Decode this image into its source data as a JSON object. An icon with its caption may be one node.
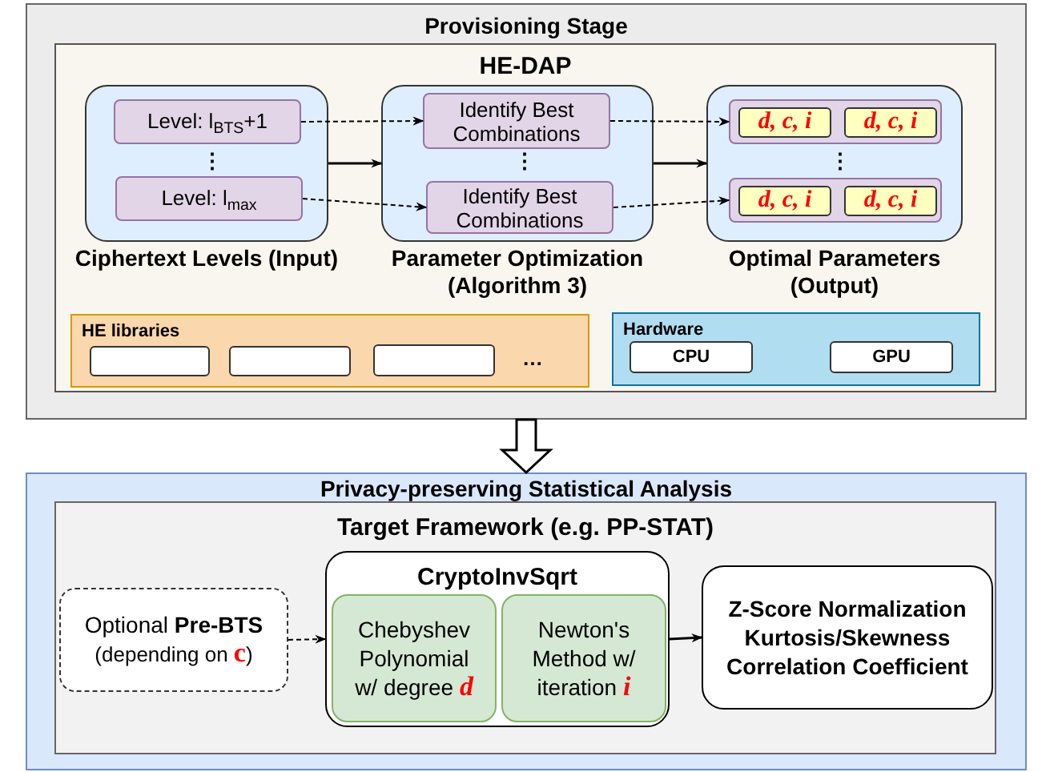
{
  "diagram": {
    "nodes": [
      {
        "text": [
          "Provisioning Stage"
        ]
      },
      {
        "text": [
          "HE-DAP"
        ],
        "in": 0
      },
      {
        "text": [
          "Ciphertext Levels (Input)"
        ],
        "in": 1
      },
      {
        "text": [
          "Level: l$_{BTS}$+1"
        ],
        "in": 2
      },
      {
        "text": [
          "Level: l$_{max}$"
        ],
        "in": 2
      },
      {
        "text": [
          "Parameter Optimization (Algorithm 3)"
        ],
        "in": 1
      },
      {
        "text": [
          "Identify Best Combinations"
        ],
        "in": 5
      },
      {
        "text": [
          "Identify Best Combinations"
        ],
        "in": 5
      },
      {
        "text": [
          "Optimal Parameters (Output)"
        ],
        "in": 1
      },
      {
        "text": [],
        "shape": "box",
        "in": 8
      },
      {
        "text": [
          "d, c, i"
        ],
        "in": 9
      },
      {
        "text": [
          "d, c, i"
        ],
        "in": 9
      },
      {
        "text": [],
        "shape": "box",
        "in": 8
      },
      {
        "text": [
          "d, c, i"
        ],
        "in": 12
      },
      {
        "text": [
          "d, c, i"
        ],
        "in": 12
      },
      {
        "text": [
          "HE libraries"
        ],
        "in": 1
      },
      {
        "text": [],
        "shape": "box",
        "in": 15
      },
      {
        "text": [],
        "shape": "box",
        "in": 15
      },
      {
        "text": [],
        "shape": "box",
        "in": 15
      },
      {
        "text": [
          "Hardware"
        ],
        "in": 1
      },
      {
        "text": [
          "CPU"
        ],
        "in": 19
      },
      {
        "text": [
          "GPU"
        ],
        "in": 19
      },
      {
        "text": [
          "Privacy-preserving Statistical Analysis"
        ]
      },
      {
        "text": [
          "Target Framework (e.g. PP-STAT)"
        ],
        "in": 22
      },
      {
        "text": [
          "Optional **Pre-BTS**",
          "(depending on **c**)"
        ],
        "in": 23
      },
      {
        "text": [
          "CryptoInvSqrt"
        ],
        "in": 23
      },
      {
        "text": [
          "Chebyshev Polynomial w/ degree *d*"
        ],
        "in": 25
      },
      {
        "text": [
          "Newton's Method w/ iteration *i*"
        ],
        "in": 25
      },
      {
        "text": [
          "Z-Score Normalization",
          "Kurtosis/Skewness",
          "Correlation Coefficient"
        ],
        "in": 23
      }
    ],
    "edges": [
      {
        "from": 3,
        "to": 6,
        "arrow": "to",
        "style": "dashed"
      },
      {
        "from": 4,
        "to": 7,
        "arrow": "to",
        "style": "dashed"
      },
      {
        "from": 6,
        "to": 9,
        "arrow": "to",
        "style": "dashed"
      },
      {
        "from": 7,
        "to": 12,
        "arrow": "to",
        "style": "dashed"
      },
      {
        "from": 2,
        "to": 5,
        "arrow": "to"
      },
      {
        "from": 5,
        "to": 8,
        "arrow": "to"
      },
      {
        "from": 0,
        "to": 22,
        "arrow": "to",
        "style": "thick"
      },
      {
        "from": 24,
        "to": 25,
        "arrow": "to",
        "style": "dashed"
      },
      {
        "from": 25,
        "to": 28,
        "arrow": "to"
      }
    ],
    "labels": [
      "⋮",
      "⋮",
      "⋮",
      "…"
    ]
  }
}
